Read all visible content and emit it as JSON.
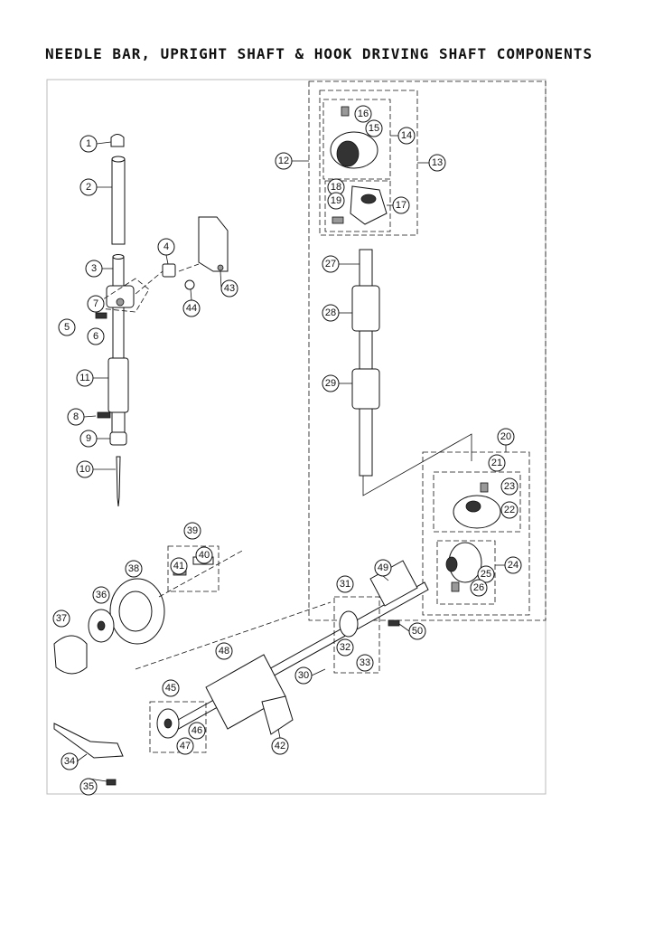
{
  "title": "NEEDLE BAR, UPRIGHT SHAFT & HOOK DRIVING SHAFT COMPONENTS",
  "callouts": [
    "1",
    "2",
    "3",
    "4",
    "5",
    "6",
    "7",
    "8",
    "9",
    "10",
    "11",
    "12",
    "13",
    "14",
    "15",
    "16",
    "17",
    "18",
    "19",
    "20",
    "21",
    "22",
    "23",
    "24",
    "25",
    "26",
    "27",
    "28",
    "29",
    "30",
    "31",
    "32",
    "33",
    "34",
    "35",
    "36",
    "37",
    "38",
    "39",
    "40",
    "41",
    "42",
    "43",
    "44",
    "45",
    "46",
    "47",
    "48",
    "49",
    "50"
  ]
}
